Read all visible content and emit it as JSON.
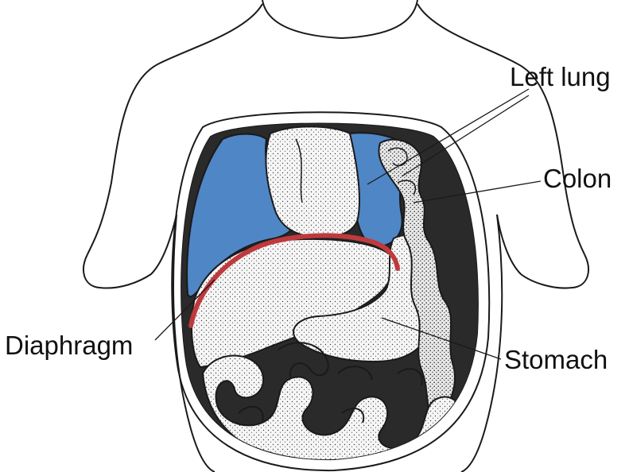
{
  "labels": {
    "left_lung": "Left lung",
    "colon": "Colon",
    "diaphragm": "Diaphragm",
    "stomach": "Stomach"
  },
  "colors": {
    "lung": "#4f86c6",
    "diaphragm": "#c0393d",
    "outline": "#1a1a1a",
    "organ_fill": "#f4f4f4"
  }
}
